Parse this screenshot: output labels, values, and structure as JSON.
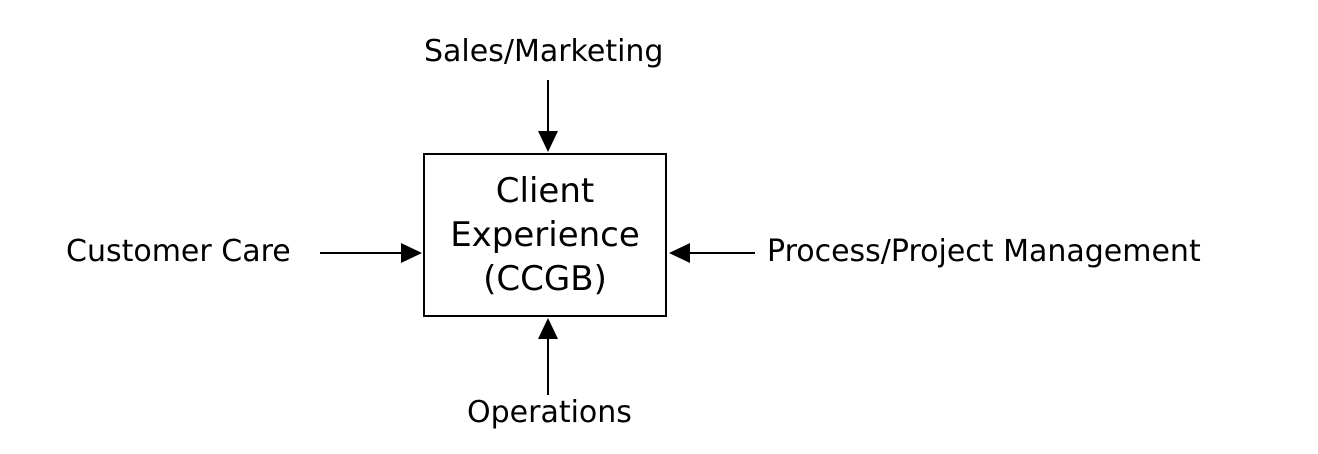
{
  "diagram": {
    "center": {
      "lines": [
        "Client",
        "Experience",
        "(CCGB)"
      ]
    },
    "inputs": {
      "top": "Sales/Marketing",
      "left": "Customer Care",
      "right": "Process/Project Management",
      "bottom": "Operations"
    }
  },
  "colors": {
    "stroke": "#000000",
    "background": "#ffffff"
  }
}
